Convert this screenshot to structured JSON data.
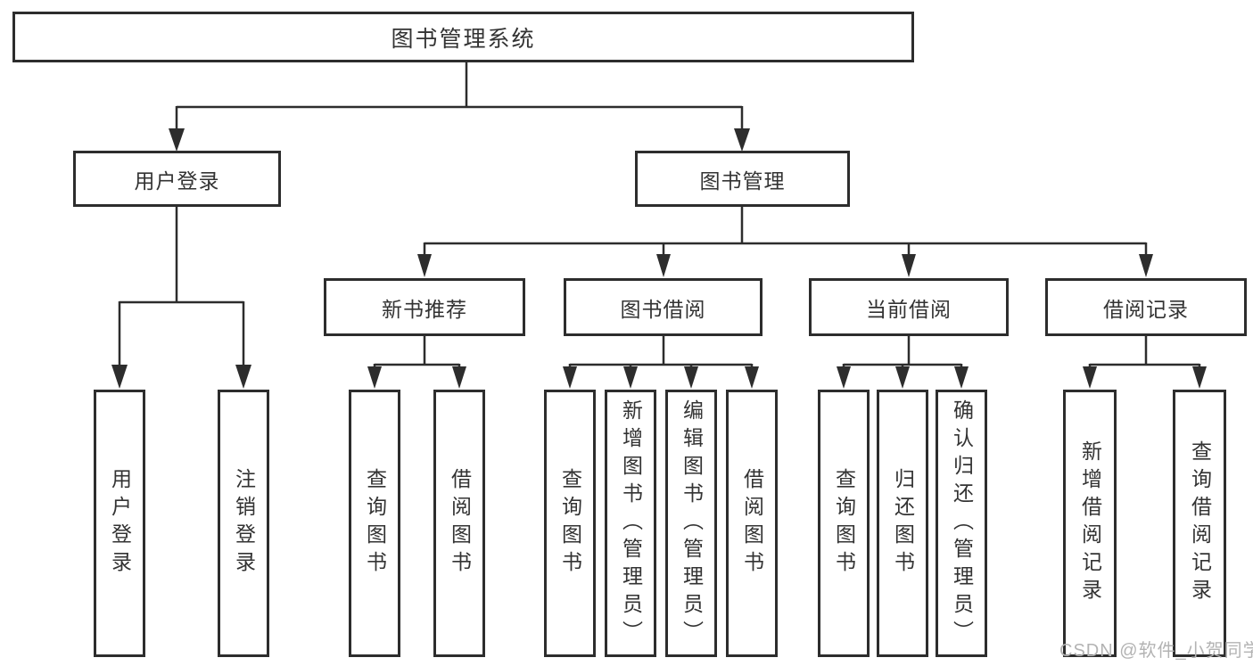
{
  "diagram": {
    "root": {
      "label": "图书管理系统"
    },
    "user_login": {
      "label": "用户登录",
      "children": {
        "login": "用户登录",
        "logout": "注销登录"
      }
    },
    "book_mgmt": {
      "label": "图书管理",
      "children": {
        "new_book": {
          "label": "新书推荐",
          "children": {
            "query": "查询图书",
            "borrow": "借阅图书"
          }
        },
        "book_borrow": {
          "label": "图书借阅",
          "children": {
            "query": "查询图书",
            "add": "新增图书（管理员）",
            "edit": "编辑图书（管理员）",
            "borrow": "借阅图书"
          }
        },
        "current_borrow": {
          "label": "当前借阅",
          "children": {
            "query": "查询图书",
            "return": "归还图书",
            "confirm": "确认归还（管理员）"
          }
        },
        "borrow_record": {
          "label": "借阅记录",
          "children": {
            "add": "新增借阅记录",
            "query": "查询借阅记录"
          }
        }
      }
    },
    "colors": {
      "line": "#2d2d2d",
      "text": "#333333",
      "box_background": "#ffffff",
      "watermark": "#b3b3b3"
    }
  },
  "watermark": "CSDN @软件_小贺同学"
}
